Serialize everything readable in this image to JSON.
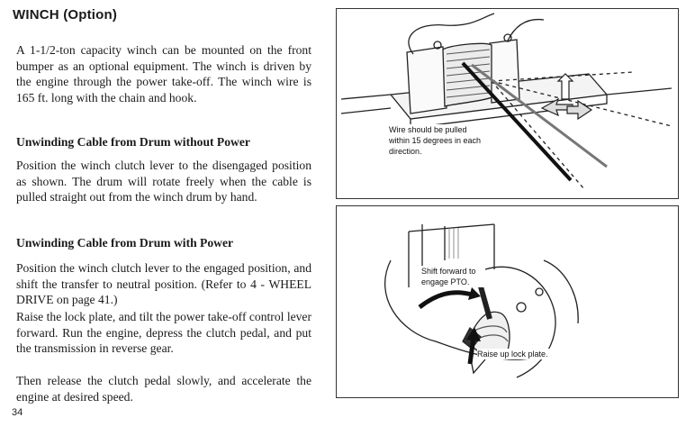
{
  "title": "WINCH (Option)",
  "intro": "A 1-1/2-ton capacity winch can be mounted on the front bumper as an optional equipment. The winch is driven by the engine through the power take-off. The winch wire is 165 ft. long with the chain and hook.",
  "section1": {
    "heading": "Unwinding Cable from Drum without Power",
    "body": "Position the winch clutch lever to the disengaged position as shown. The drum will rotate freely when the cable is pulled straight out from the winch drum by hand."
  },
  "section2": {
    "heading": "Unwinding Cable from Drum with Power",
    "body1": "Position the winch clutch lever to the engaged position, and shift the transfer to neutral position. (Refer to 4 - WHEEL DRIVE on page 41.)",
    "body2": "Raise the lock plate, and tilt the power take-off control lever forward. Run the engine, depress the clutch pedal, and put the transmission in reverse gear.",
    "body3": "Then release the clutch pedal slowly, and accelerate the engine at desired speed."
  },
  "figure1": {
    "callout": "Wire should be pulled within 15 degrees in each direction."
  },
  "figure2": {
    "callout_shift": "Shift forward to engage PTO.",
    "callout_lock": "Raise up lock plate."
  },
  "page_number": "34"
}
